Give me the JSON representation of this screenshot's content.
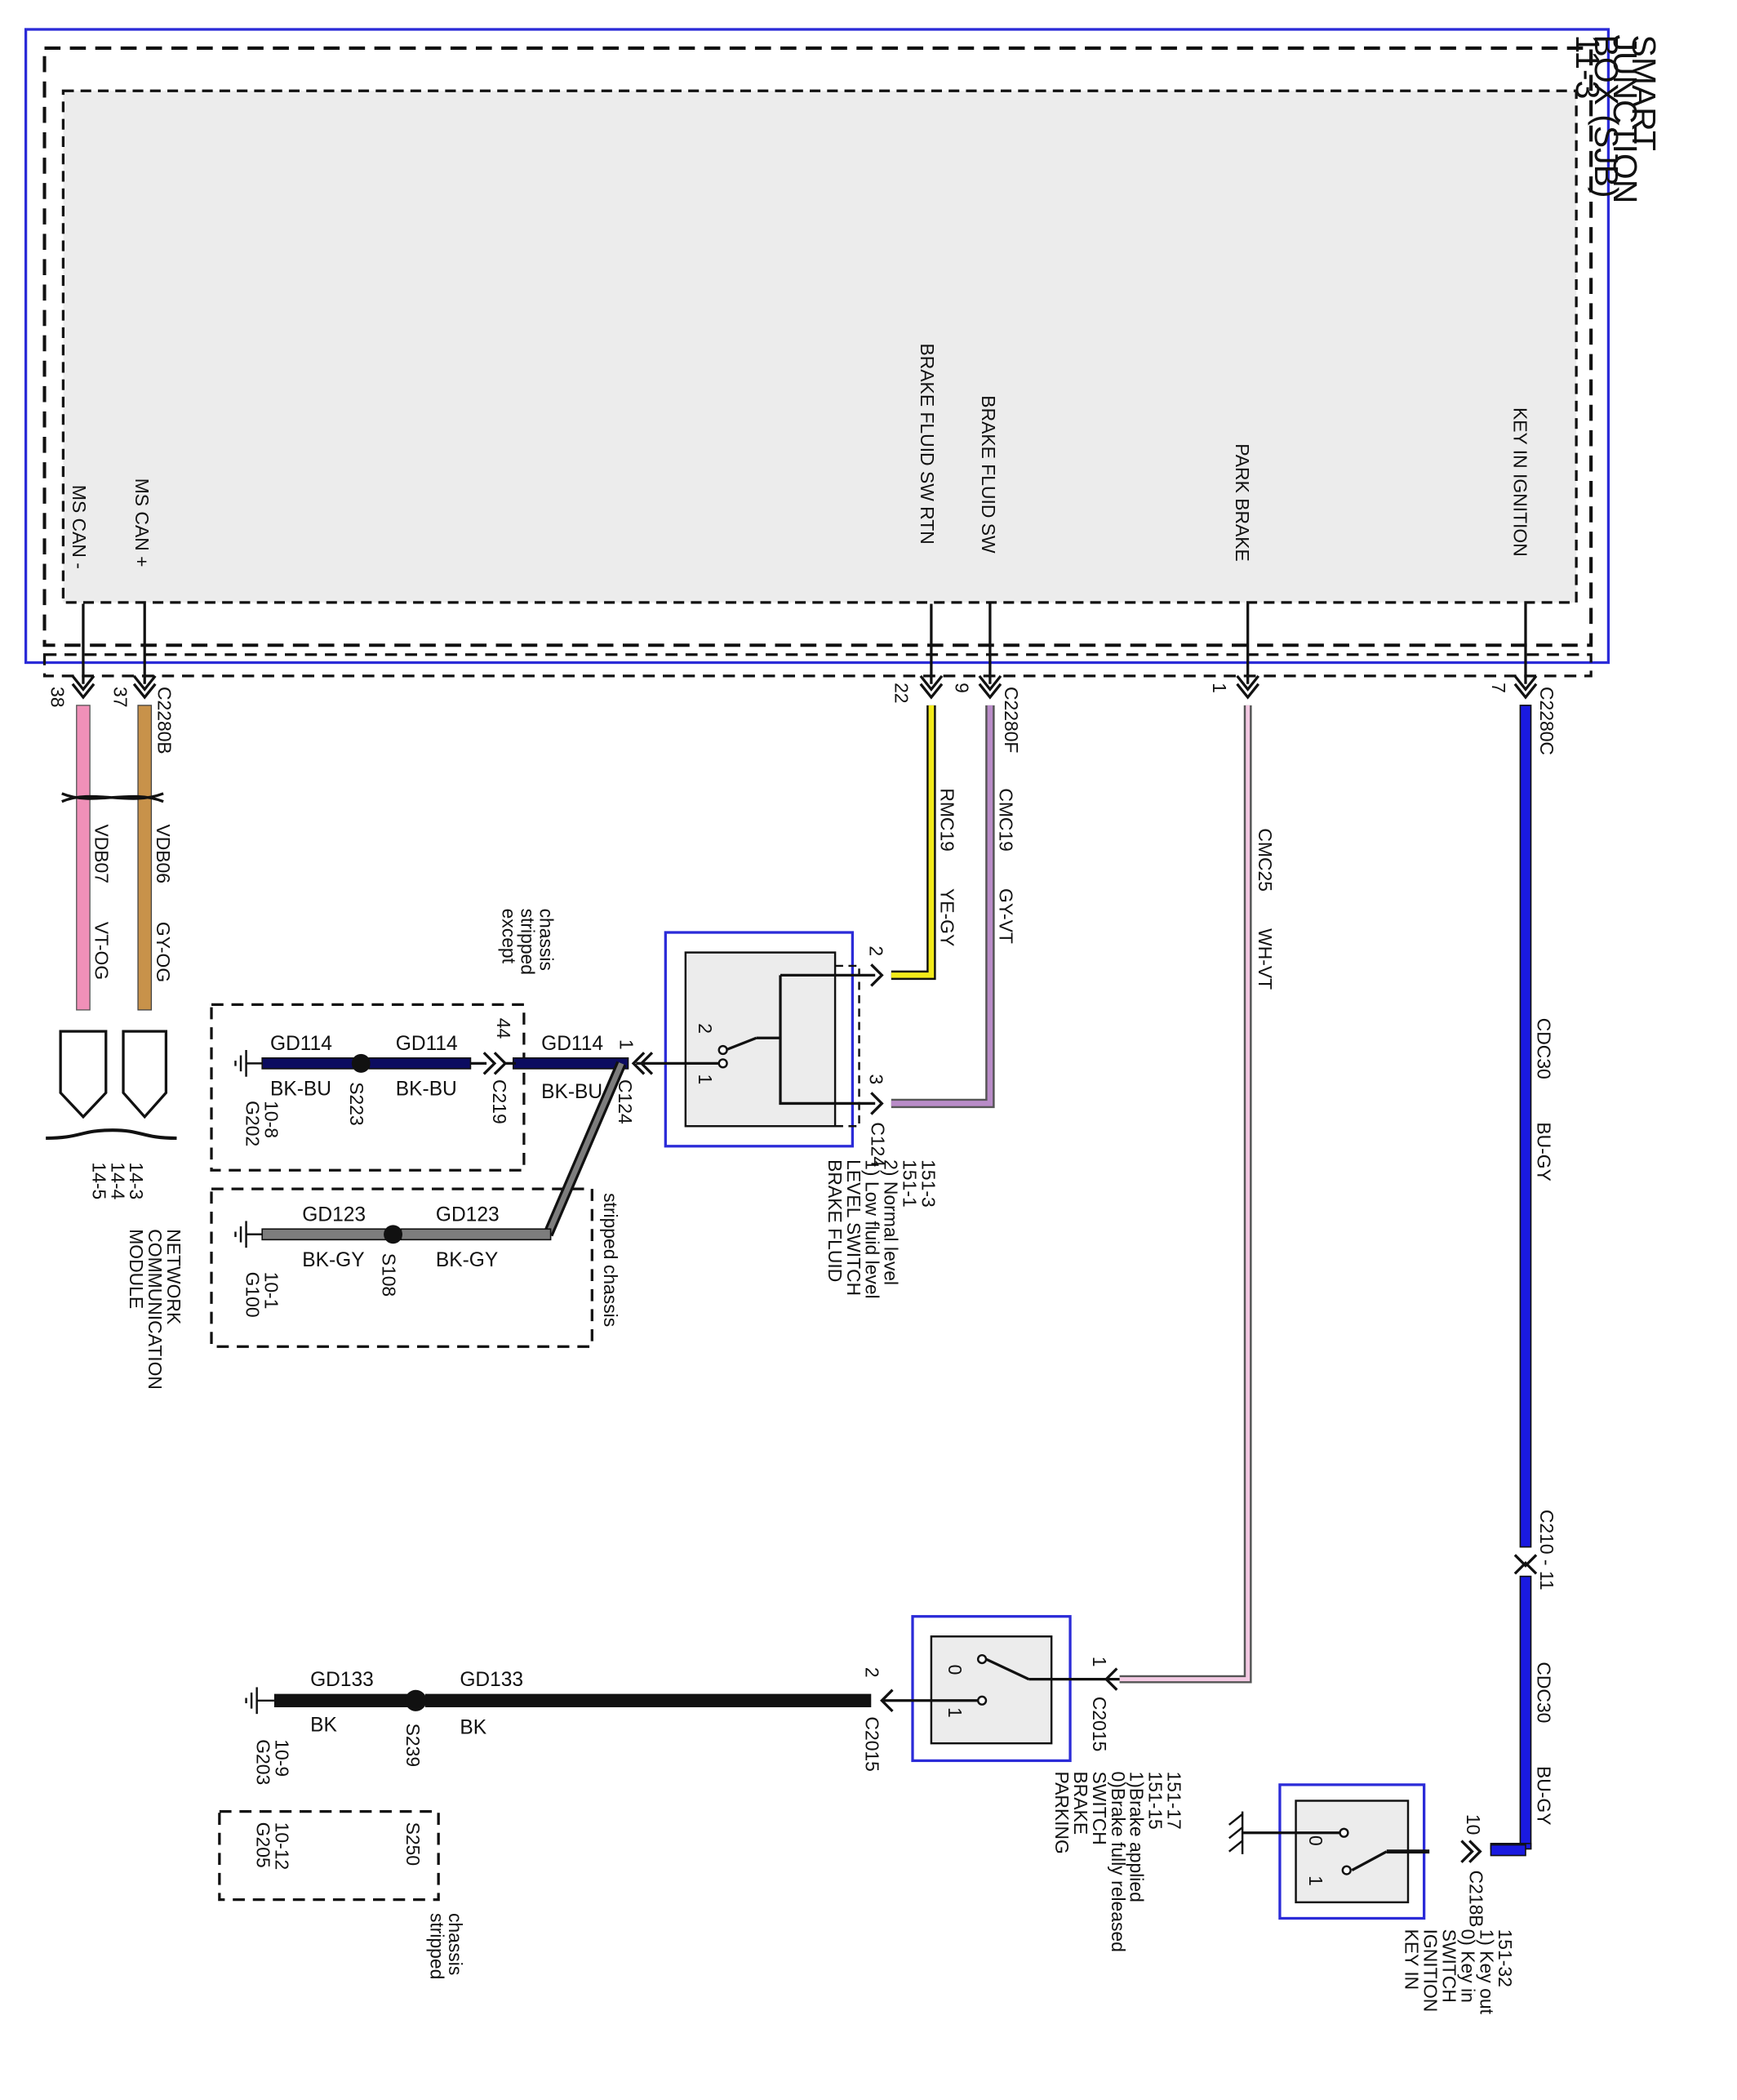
{
  "sjb": {
    "title_lines": [
      "SMART",
      "JUNCTION",
      "BOX (SJB)",
      "11-3"
    ],
    "signals": {
      "ms_can_minus": "MS CAN -",
      "ms_can_plus": "MS CAN +",
      "brake_fluid_sw_rtn": "BRAKE FLUID SW RTN",
      "brake_fluid_sw": "BRAKE FLUID SW",
      "park_brake": "PARK BRAKE",
      "key_in_ignition": "KEY IN IGNITION"
    },
    "connectors": {
      "c2280b": "C2280B",
      "c2280f": "C2280F",
      "c2280c": "C2280C"
    },
    "pins": {
      "p38": "38",
      "p37": "37",
      "p22": "22",
      "p9": "9",
      "p1": "1",
      "p7": "7"
    }
  },
  "wires": {
    "vdb07": {
      "circuit": "VDB07",
      "color": "VT-OG"
    },
    "vdb06": {
      "circuit": "VDB06",
      "color": "GY-OG"
    },
    "rmc19": {
      "circuit": "RMC19",
      "color": "YE-GY"
    },
    "cmc19": {
      "circuit": "CMC19",
      "color": "GY-VT"
    },
    "cmc25": {
      "circuit": "CMC25",
      "color": "WH-VT"
    },
    "cdc30_a": {
      "circuit": "CDC30",
      "color": "BU-GY"
    },
    "cdc30_b": {
      "circuit": "CDC30",
      "color": "BU-GY"
    },
    "gd114_a": {
      "circuit": "GD114",
      "color": "BK-BU"
    },
    "gd114_b": {
      "circuit": "GD114",
      "color": "BK-BU"
    },
    "gd114_c": {
      "circuit": "GD114",
      "color": "BK-BU"
    },
    "gd123_a": {
      "circuit": "GD123",
      "color": "BK-GY"
    },
    "gd123_b": {
      "circuit": "GD123",
      "color": "BK-GY"
    },
    "gd133_a": {
      "circuit": "GD133",
      "color": "BK"
    },
    "gd133_b": {
      "circuit": "GD133",
      "color": "BK"
    }
  },
  "module_network": {
    "refs": [
      "14-3",
      "14-4",
      "14-5"
    ],
    "title_lines": [
      "MODULE",
      "COMMUNICATION",
      "NETWORK"
    ]
  },
  "brake_fluid_switch": {
    "title_lines": [
      "BRAKE FLUID",
      "LEVEL SWITCH",
      "1) Low fluid level",
      "2) Normal level",
      "151-1",
      "151-3"
    ],
    "connector": "C124",
    "pin_2": "2",
    "pin_3": "3",
    "pin_1": "1",
    "inner_2": "2",
    "inner_1": "1"
  },
  "ground_except": {
    "note_lines": [
      "except",
      "stripped",
      "chassis"
    ],
    "splice": "S223",
    "connector": "C219",
    "pin_44": "44",
    "pin_1": "1",
    "ground": [
      "G202",
      "10-8"
    ]
  },
  "ground_stripped": {
    "note": "stripped chassis",
    "splice": "S108",
    "ground": [
      "G100",
      "10-1"
    ]
  },
  "parking_brake_switch": {
    "title_lines": [
      "PARKING",
      "BRAKE",
      "SWITCH",
      "0)Brake fully released",
      "1)Brake applied",
      "151-15",
      "151-17"
    ],
    "connector": "C2015",
    "pin_1": "1",
    "pin_2": "2",
    "inner_0": "0",
    "inner_1": "1"
  },
  "ground_gd133": {
    "splice": "S239",
    "ground": [
      "G203",
      "10-9"
    ]
  },
  "ground_alt": {
    "splice": "S250",
    "ground": [
      "G205",
      "10-12"
    ],
    "note_lines": [
      "stripped",
      "chassis"
    ]
  },
  "inline_connector": "C210 - 11",
  "key_switch": {
    "title_lines": [
      "KEY IN",
      "IGNITION",
      "SWITCH",
      "0) Key in",
      "1) Key out",
      "151-32"
    ],
    "connector": "C218B",
    "pin_10": "10",
    "inner_0": "0",
    "inner_1": "1"
  },
  "colors": {
    "frame_blue": "#2b2bd8",
    "shade": "#ececec",
    "vt_og": "#f090b8",
    "gy_og": "#c8924a",
    "ye_gy": "#f2ea1a",
    "gy_vt": "#b98cc8",
    "wh_vt": "#f3c9e3",
    "bu_gy": "#1a1ae0",
    "bk_bu": "#0c0c60",
    "bk_gy": "#7d7d7d"
  }
}
